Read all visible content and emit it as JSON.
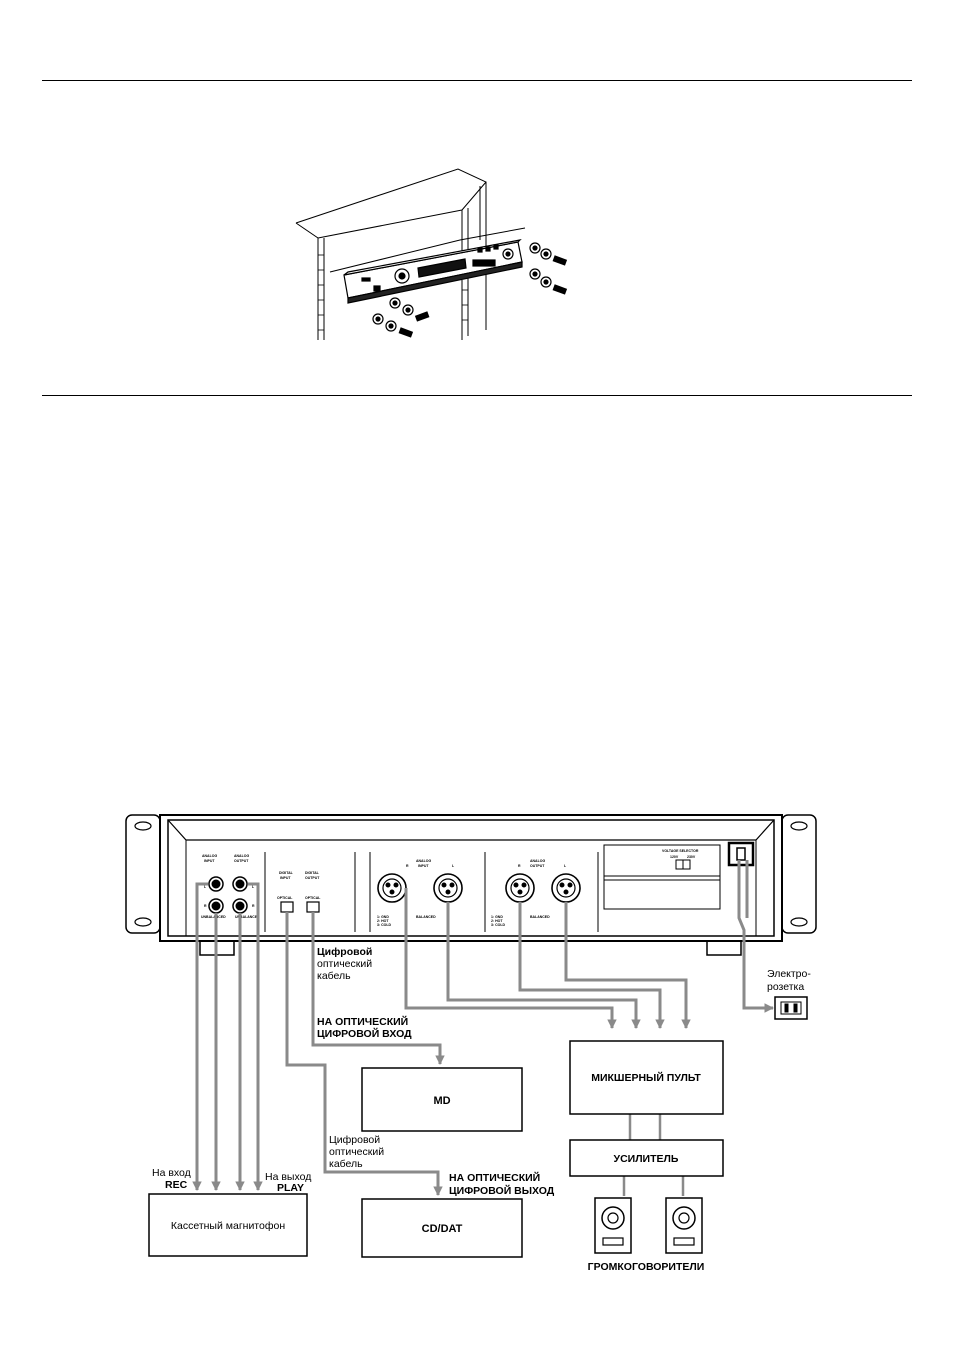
{
  "device_labels": {
    "analog_input": [
      "ANALOG",
      "INPUT"
    ],
    "analog_output": [
      "ANALOG",
      "OUTPUT"
    ],
    "digital_input": [
      "DIGITAL",
      "INPUT"
    ],
    "digital_output": [
      "DIGITAL",
      "OUTPUT"
    ],
    "optical": "OPTICAL",
    "channel_l": "L",
    "channel_r": "R",
    "unbalanced": "UNBALANCED",
    "balanced": "BALANCED",
    "xlr_pins": [
      "1: GND",
      "2: HOT",
      "3: COLD"
    ],
    "voltage_selector": "VOLTAGE SELECTOR",
    "voltage_options": [
      "120V",
      "230V"
    ]
  },
  "connections": {
    "optical_cable_top": [
      "Цифровой",
      "оптический",
      "кабель"
    ],
    "to_optical_digital_in": [
      "НА ОПТИЧЕСКИЙ",
      "ЦИФРОВОЙ ВХОД"
    ],
    "optical_cable_bottom": [
      "Цифровой",
      "оптический",
      "кабель"
    ],
    "to_optical_digital_out": [
      "НА ОПТИЧЕСКИЙ",
      "ЦИФРОВОЙ ВЫХОД"
    ],
    "to_rec_input": [
      "На вход",
      "REC"
    ],
    "to_play_output": [
      "На выход",
      "PLAY"
    ],
    "power_outlet": [
      "Электро-",
      "розетка"
    ]
  },
  "devices": {
    "md": "MD",
    "cd_dat": "CD/DAT",
    "cassette_deck": "Кассетный магнитофон",
    "mixer": "МИКШЕРНЫЙ ПУЛЬТ",
    "amplifier": "УСИЛИТЕЛЬ",
    "speakers": "ГРОМКОГОВОРИТЕЛИ"
  }
}
